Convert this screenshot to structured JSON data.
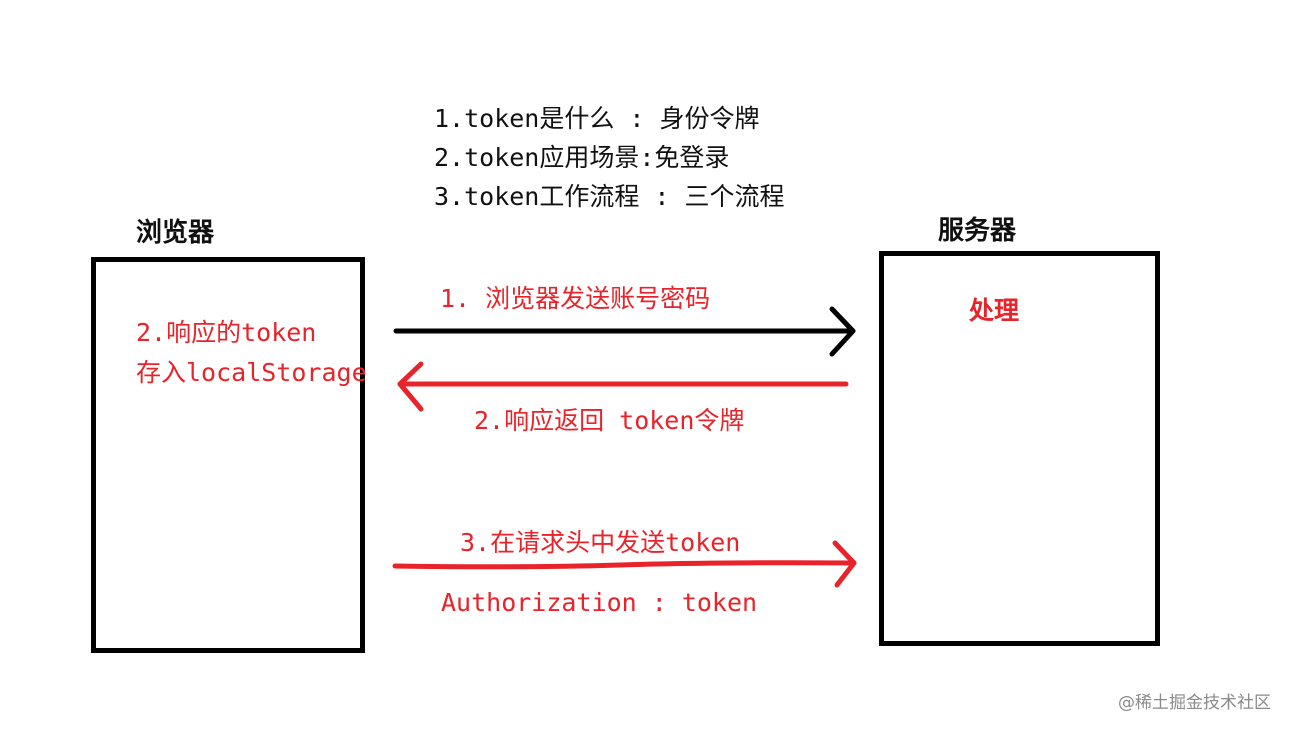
{
  "intro": {
    "line1": "1.token是什么 : 身份令牌",
    "line2": "2.token应用场景:免登录",
    "line3": "3.token工作流程 :  三个流程"
  },
  "browser": {
    "title": "浏览器",
    "note_line1": "2.响应的token",
    "note_line2": "存入localStorage"
  },
  "server": {
    "title": "服务器",
    "note": "处理"
  },
  "steps": {
    "step1": "1. 浏览器发送账号密码",
    "step2": "2.响应返回 token令牌",
    "step3": "3.在请求头中发送token",
    "step3_header": "Authorization : token"
  },
  "watermark": "@稀土掘金技术社区",
  "colors": {
    "accent_red": "#e8232a",
    "stroke_black": "#000000"
  }
}
